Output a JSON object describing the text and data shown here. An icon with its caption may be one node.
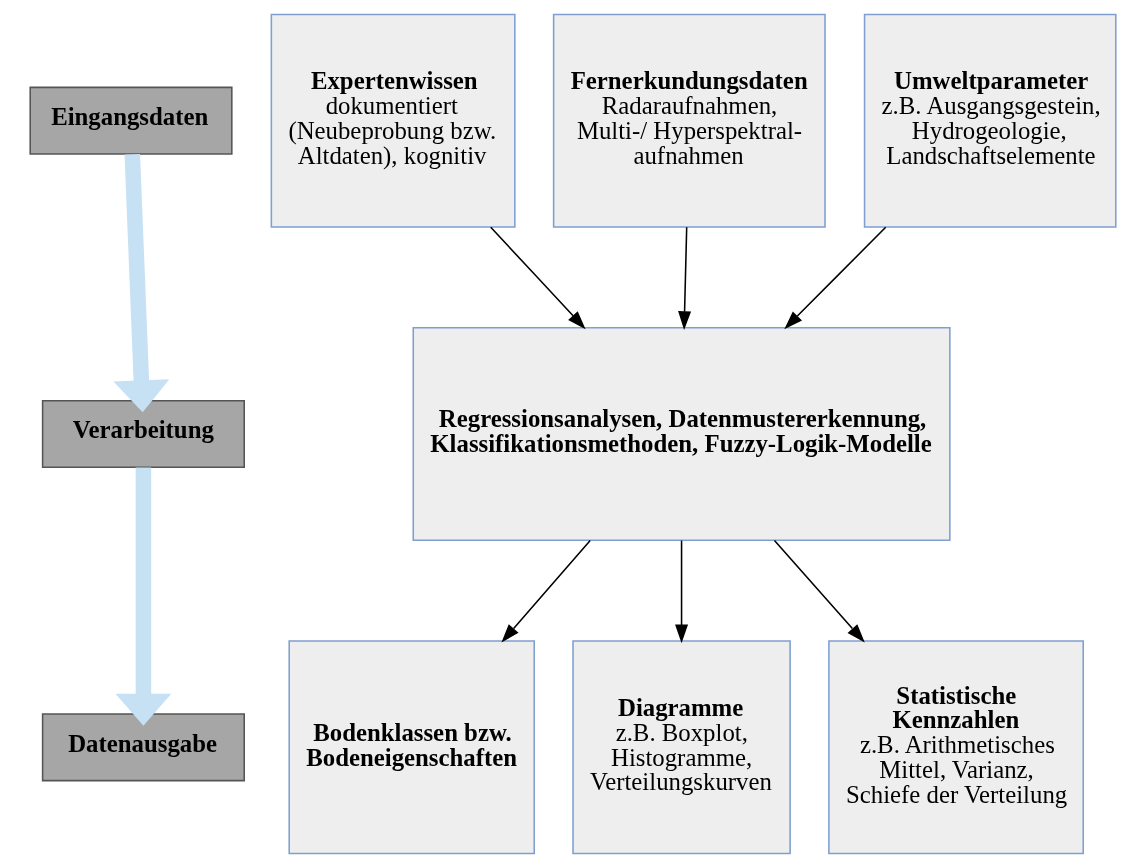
{
  "diagram": {
    "nodes": [
      {
        "text": [
          "Eingangsdaten"
        ]
      },
      {
        "text": [
          "Verarbeitung"
        ]
      },
      {
        "text": [
          "Datenausgabe"
        ]
      },
      {
        "text": [
          "Expertenwissen",
          "dokumentiert (Neubeprobung bzw. Altdaten), kognitiv"
        ]
      },
      {
        "text": [
          "Fernerkundungsdaten",
          "Radaraufnahmen, Multi-/ Hyperspektral- aufnahmen"
        ]
      },
      {
        "text": [
          "Umweltparameter",
          "z.B. Ausgangsgestein, Hydrogeologie, Landschaftselemente"
        ]
      },
      {
        "text": [
          "Regressionsanalysen, Datenmustererkennung, Klassifikationsmethoden, Fuzzy-Logik-Modelle"
        ]
      },
      {
        "text": [
          "Bodenklassen bzw. Bodeneigenschaften"
        ]
      },
      {
        "text": [
          "Diagramme",
          "z.B. Boxplot, Histogramme, Verteilungskurven"
        ]
      },
      {
        "text": [
          "Statistische Kennzahlen",
          "z.B. Arithmetisches Mittel, Varianz, Schiefe der Verteilung"
        ]
      }
    ],
    "edges": [
      {
        "from": 0,
        "to": 1,
        "arrow": "to",
        "style": "thick",
        "color": "#c6e0f4"
      },
      {
        "from": 1,
        "to": 2,
        "arrow": "to",
        "style": "thick",
        "color": "#c6e0f4"
      },
      {
        "from": 3,
        "to": 6,
        "arrow": "to"
      },
      {
        "from": 4,
        "to": 6,
        "arrow": "to"
      },
      {
        "from": 5,
        "to": 6,
        "arrow": "to"
      },
      {
        "from": 6,
        "to": 7,
        "arrow": "to"
      },
      {
        "from": 6,
        "to": 8,
        "arrow": "to"
      },
      {
        "from": 6,
        "to": 9,
        "arrow": "to"
      }
    ]
  }
}
